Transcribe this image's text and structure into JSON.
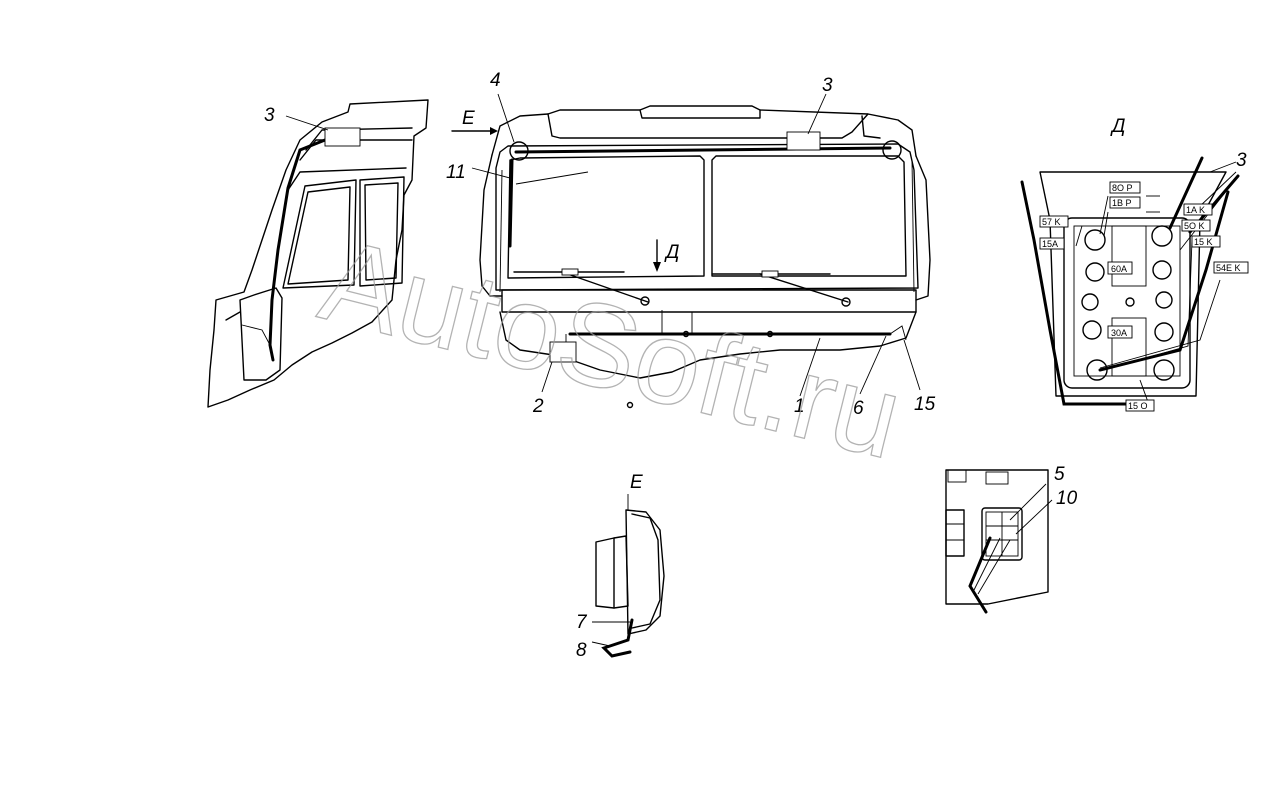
{
  "callouts": {
    "c3_left": "3",
    "c3_center": "3",
    "c3_right": "3",
    "c4": "4",
    "c11": "11",
    "c2": "2",
    "c1": "1",
    "c6": "6",
    "c15": "15",
    "c5": "5",
    "c10": "10",
    "c7": "7",
    "c8": "8"
  },
  "view_labels": {
    "e_arrow": "Е",
    "d_arrow": "Д",
    "d_view_title": "Д",
    "e_view_title": "Е"
  },
  "terminal_tags": {
    "t57k": "57 K",
    "t15a": "15A",
    "t8op": "8O P",
    "t1bp": "1B P",
    "t1ak": "1A K",
    "t5ok": "5O K",
    "t15k": "15 K",
    "t54ek": "54E K",
    "t15o": "15 O"
  },
  "fuse_labels": {
    "f60a": "60A",
    "f30a": "30A"
  },
  "watermark": "AutoSoft.ru"
}
